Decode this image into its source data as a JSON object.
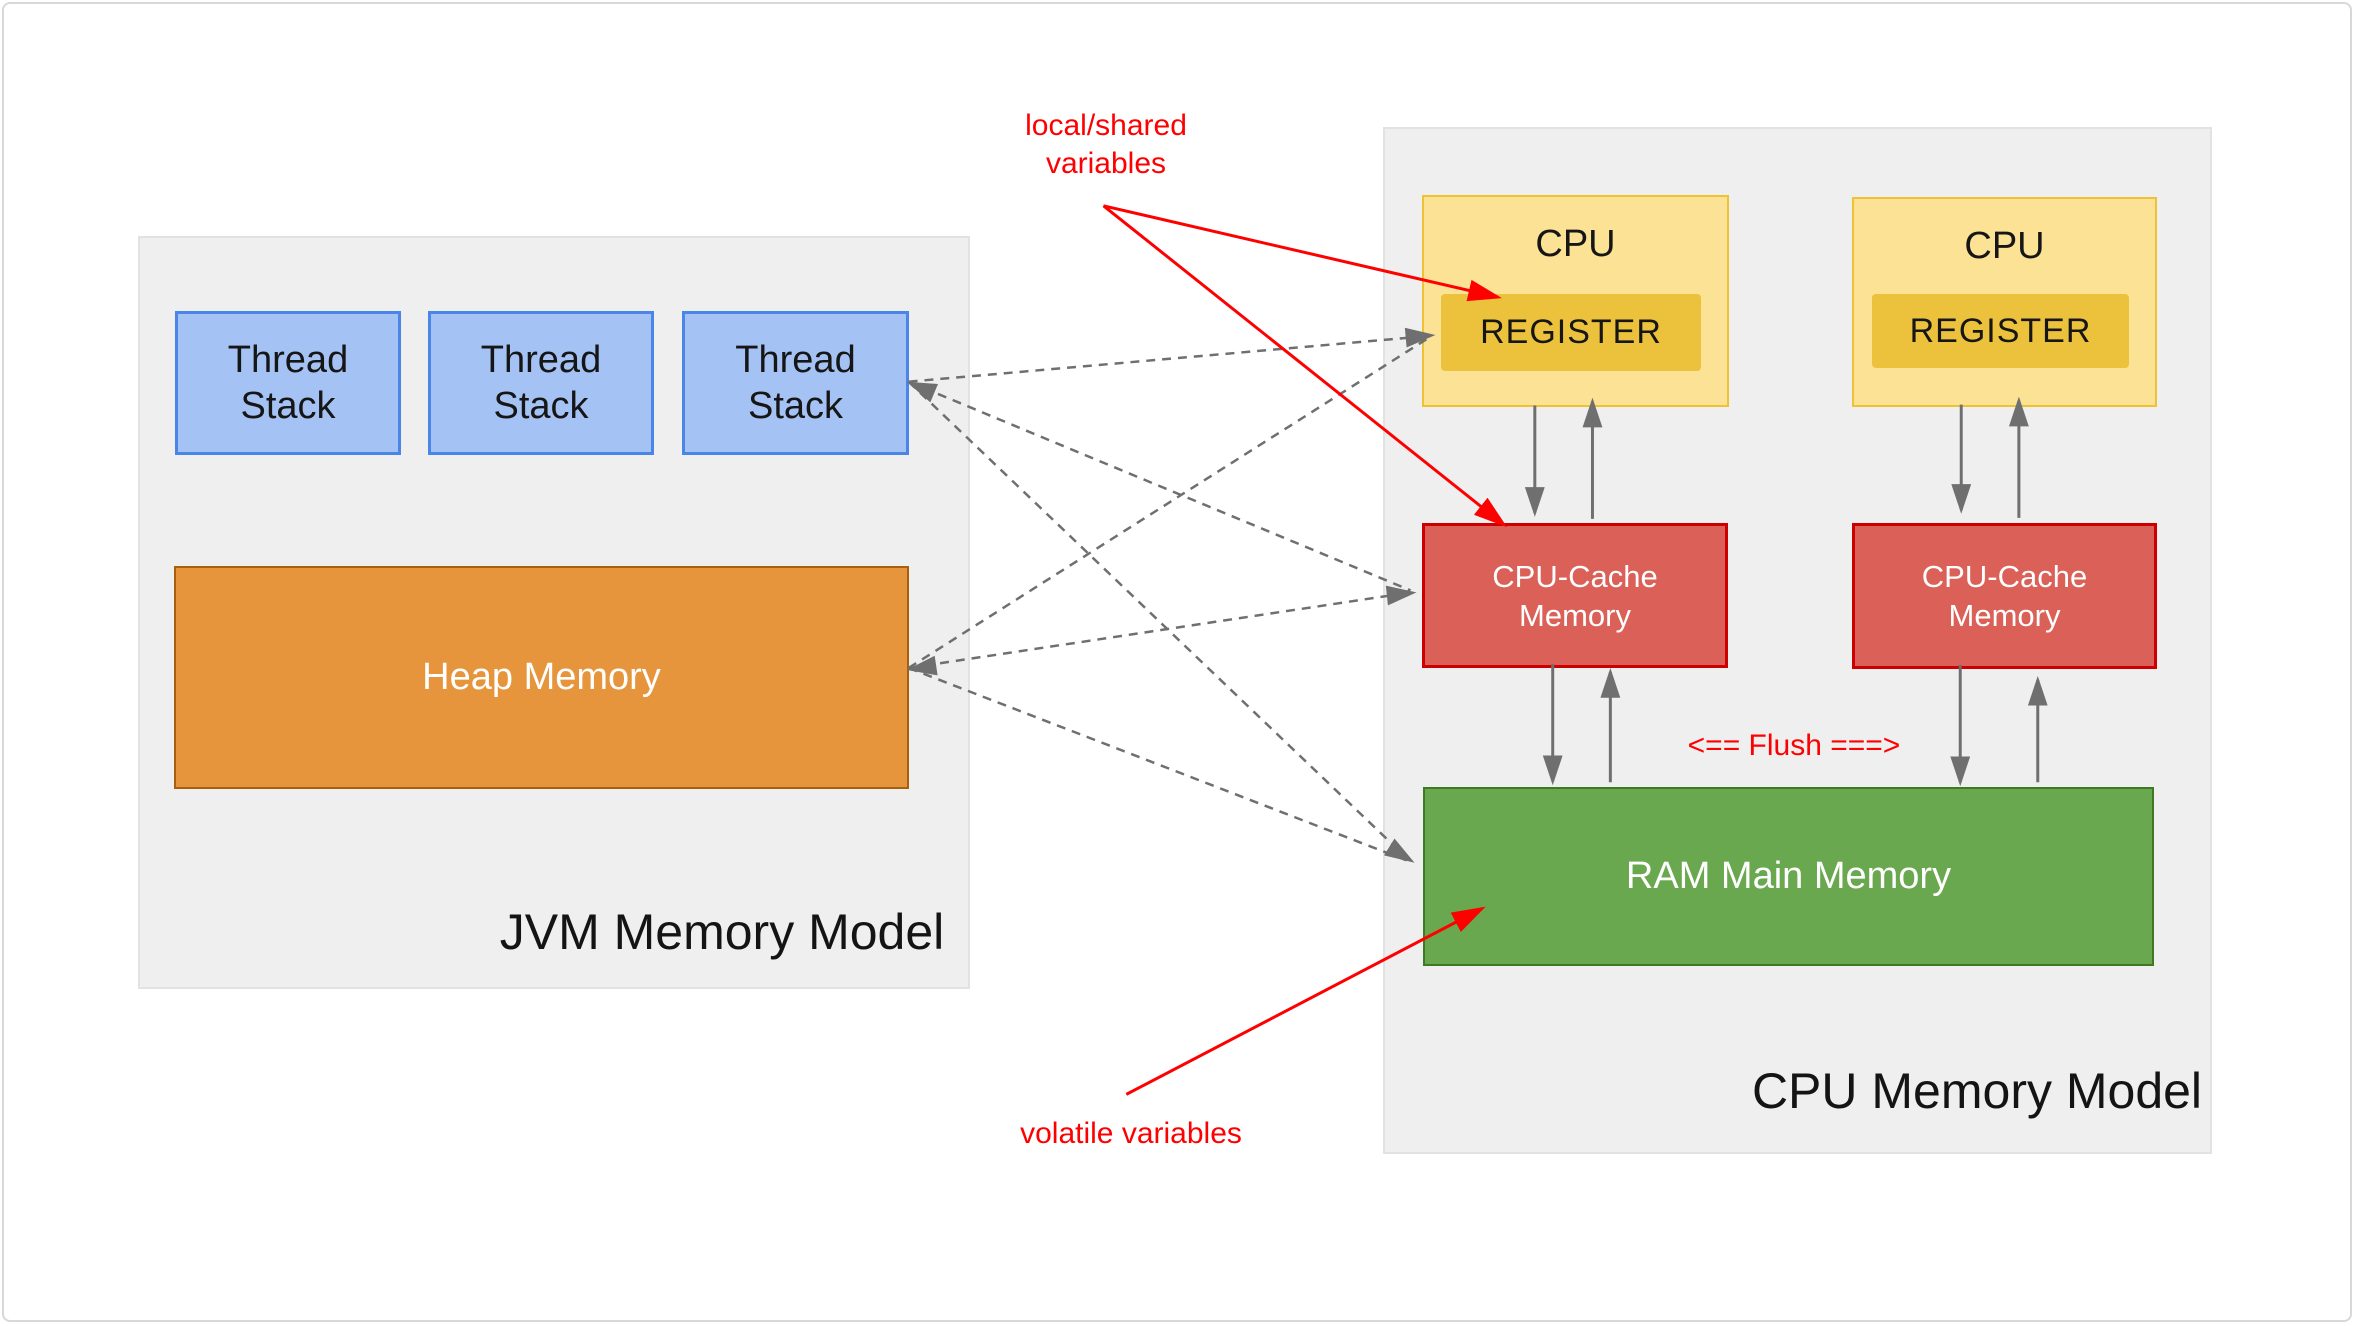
{
  "colors": {
    "panel_bg": "#EFEFEF",
    "panel_border": "#E2E2E2",
    "blue_fill": "#A4C2F4",
    "blue_border": "#4A86E8",
    "orange_fill": "#E6953C",
    "orange_border": "#A8600F",
    "yellow_fill": "#FBE294",
    "yellow_border": "#EFC233",
    "gold_fill": "#ECC13B",
    "red_fill": "#DA6058",
    "red_border": "#CC0000",
    "green_fill": "#6AA84F",
    "green_border": "#3E7A22",
    "arrow_gray": "#6F6F6F",
    "annotation_red": "#FE0000"
  },
  "jvm": {
    "label": "JVM Memory Model",
    "thread_stacks": [
      {
        "label": "Thread\nStack"
      },
      {
        "label": "Thread\nStack"
      },
      {
        "label": "Thread\nStack"
      }
    ],
    "heap": {
      "label": "Heap Memory"
    }
  },
  "cpu": {
    "label": "CPU Memory Model",
    "cpus": [
      {
        "label": "CPU",
        "register_label": "REGISTER"
      },
      {
        "label": "CPU",
        "register_label": "REGISTER"
      }
    ],
    "caches": [
      {
        "label": "CPU-Cache\nMemory"
      },
      {
        "label": "CPU-Cache\nMemory"
      }
    ],
    "ram": {
      "label": "RAM Main Memory"
    }
  },
  "annotations": {
    "local_shared": "local/shared\nvariables",
    "volatile": "volatile variables",
    "flush": "<== Flush ===>"
  }
}
